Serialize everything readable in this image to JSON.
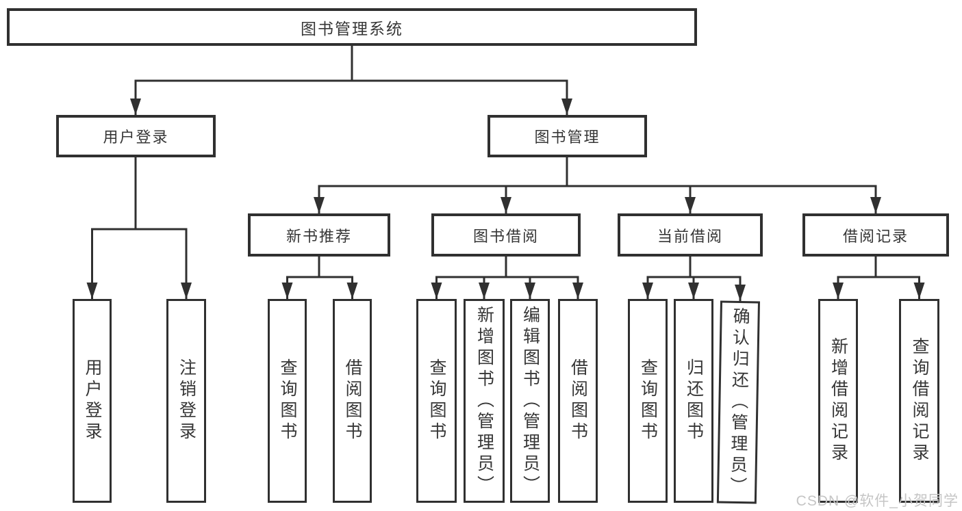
{
  "diagram": {
    "colors": {
      "line": "#303030",
      "border": "#303030",
      "text": "#363636",
      "background": "#ffffff"
    },
    "nodes": {
      "root": "图书管理系统",
      "level2": [
        "用户登录",
        "图书管理"
      ],
      "level3": [
        "新书推荐",
        "图书借阅",
        "当前借阅",
        "借阅记录"
      ],
      "leaves": [
        "用户登录",
        "注销登录",
        "查询图书",
        "借阅图书",
        "查询图书",
        "新增图书（管理员）",
        "编辑图书（管理员）",
        "借阅图书",
        "查询图书",
        "归还图书",
        "确认归还（管理员）",
        "新增借阅记录",
        "查询借阅记录"
      ]
    }
  },
  "watermark": {
    "text": "CSDN @软件_小贺同学",
    "color": "#c5c5c5"
  }
}
